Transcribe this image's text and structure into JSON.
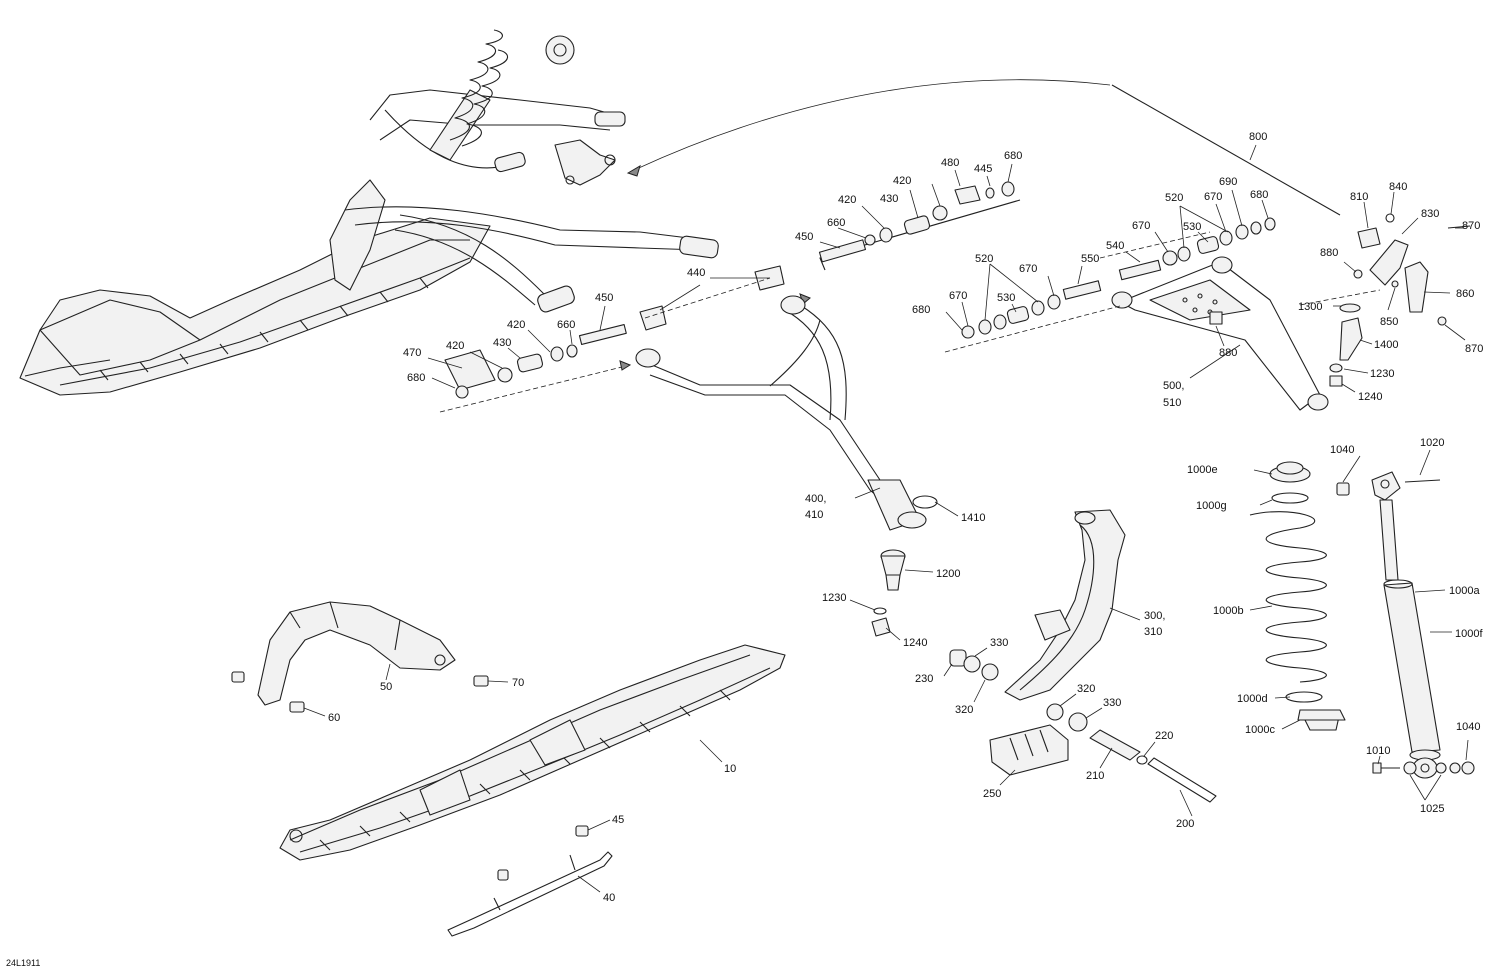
{
  "drawing_code": "24L1911",
  "callouts": [
    {
      "id": "c800",
      "text": "800"
    },
    {
      "id": "c810",
      "text": "810"
    },
    {
      "id": "c840",
      "text": "840"
    },
    {
      "id": "c830",
      "text": "830"
    },
    {
      "id": "c870a",
      "text": "870"
    },
    {
      "id": "c880a",
      "text": "880"
    },
    {
      "id": "c860",
      "text": "860"
    },
    {
      "id": "c850",
      "text": "850"
    },
    {
      "id": "c870b",
      "text": "870"
    },
    {
      "id": "c1300",
      "text": "1300"
    },
    {
      "id": "c1400",
      "text": "1400"
    },
    {
      "id": "c1230a",
      "text": "1230"
    },
    {
      "id": "c1240a",
      "text": "1240"
    },
    {
      "id": "c480",
      "text": "480"
    },
    {
      "id": "c445",
      "text": "445"
    },
    {
      "id": "c680a",
      "text": "680"
    },
    {
      "id": "c420a",
      "text": "420"
    },
    {
      "id": "c420b",
      "text": "420"
    },
    {
      "id": "c430a",
      "text": "430"
    },
    {
      "id": "c660a",
      "text": "660"
    },
    {
      "id": "c450a",
      "text": "450"
    },
    {
      "id": "c520a",
      "text": "520"
    },
    {
      "id": "c690",
      "text": "690"
    },
    {
      "id": "c670a",
      "text": "670"
    },
    {
      "id": "c680b",
      "text": "680"
    },
    {
      "id": "c530a",
      "text": "530"
    },
    {
      "id": "c670b",
      "text": "670"
    },
    {
      "id": "c540",
      "text": "540"
    },
    {
      "id": "c520b",
      "text": "520"
    },
    {
      "id": "c670c",
      "text": "670"
    },
    {
      "id": "c550",
      "text": "550"
    },
    {
      "id": "c670d",
      "text": "670"
    },
    {
      "id": "c530b",
      "text": "530"
    },
    {
      "id": "c680c",
      "text": "680"
    },
    {
      "id": "c880b",
      "text": "880"
    },
    {
      "id": "c500",
      "text": "500,"
    },
    {
      "id": "c510",
      "text": "510"
    },
    {
      "id": "c440",
      "text": "440"
    },
    {
      "id": "c450b",
      "text": "450"
    },
    {
      "id": "c420c",
      "text": "420"
    },
    {
      "id": "c660b",
      "text": "660"
    },
    {
      "id": "c430b",
      "text": "430"
    },
    {
      "id": "c420d",
      "text": "420"
    },
    {
      "id": "c470",
      "text": "470"
    },
    {
      "id": "c680d",
      "text": "680"
    },
    {
      "id": "c400",
      "text": "400,"
    },
    {
      "id": "c410",
      "text": "410"
    },
    {
      "id": "c1410",
      "text": "1410"
    },
    {
      "id": "c1200",
      "text": "1200"
    },
    {
      "id": "c1230b",
      "text": "1230"
    },
    {
      "id": "c1240b",
      "text": "1240"
    },
    {
      "id": "c1040a",
      "text": "1040"
    },
    {
      "id": "c1020",
      "text": "1020"
    },
    {
      "id": "c1000e",
      "text": "1000e"
    },
    {
      "id": "c1000g",
      "text": "1000g"
    },
    {
      "id": "c1000a",
      "text": "1000a"
    },
    {
      "id": "c1000f",
      "text": "1000f"
    },
    {
      "id": "c1000b",
      "text": "1000b"
    },
    {
      "id": "c1000d",
      "text": "1000d"
    },
    {
      "id": "c1000c",
      "text": "1000c"
    },
    {
      "id": "c1010",
      "text": "1010"
    },
    {
      "id": "c1040b",
      "text": "1040"
    },
    {
      "id": "c1025",
      "text": "1025"
    },
    {
      "id": "c300",
      "text": "300,"
    },
    {
      "id": "c310",
      "text": "310"
    },
    {
      "id": "c330a",
      "text": "330"
    },
    {
      "id": "c230",
      "text": "230"
    },
    {
      "id": "c320a",
      "text": "320"
    },
    {
      "id": "c320b",
      "text": "320"
    },
    {
      "id": "c330b",
      "text": "330"
    },
    {
      "id": "c220",
      "text": "220"
    },
    {
      "id": "c210",
      "text": "210"
    },
    {
      "id": "c250",
      "text": "250"
    },
    {
      "id": "c200",
      "text": "200"
    },
    {
      "id": "c50",
      "text": "50"
    },
    {
      "id": "c70",
      "text": "70"
    },
    {
      "id": "c60",
      "text": "60"
    },
    {
      "id": "c10",
      "text": "10"
    },
    {
      "id": "c45",
      "text": "45"
    },
    {
      "id": "c40",
      "text": "40"
    }
  ]
}
